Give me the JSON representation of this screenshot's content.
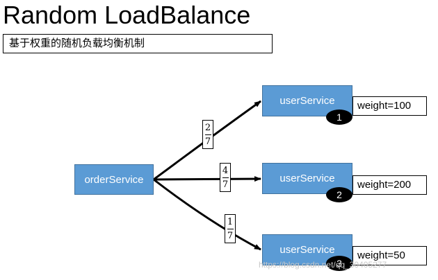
{
  "title": "Random LoadBalance",
  "subtitle": "基于权重的随机负载均衡机制",
  "source": {
    "label": "orderService"
  },
  "targets": [
    {
      "label": "userService",
      "weight": "weight=100",
      "badge": "1",
      "fraction": {
        "num": "2",
        "den": "7"
      }
    },
    {
      "label": "userService",
      "weight": "weight=200",
      "badge": "2",
      "fraction": {
        "num": "4",
        "den": "7"
      }
    },
    {
      "label": "userService",
      "weight": "weight=50",
      "badge": "3",
      "fraction": {
        "num": "1",
        "den": "7"
      }
    }
  ],
  "watermark": "https://blog.csdn.net/qq_30405277"
}
